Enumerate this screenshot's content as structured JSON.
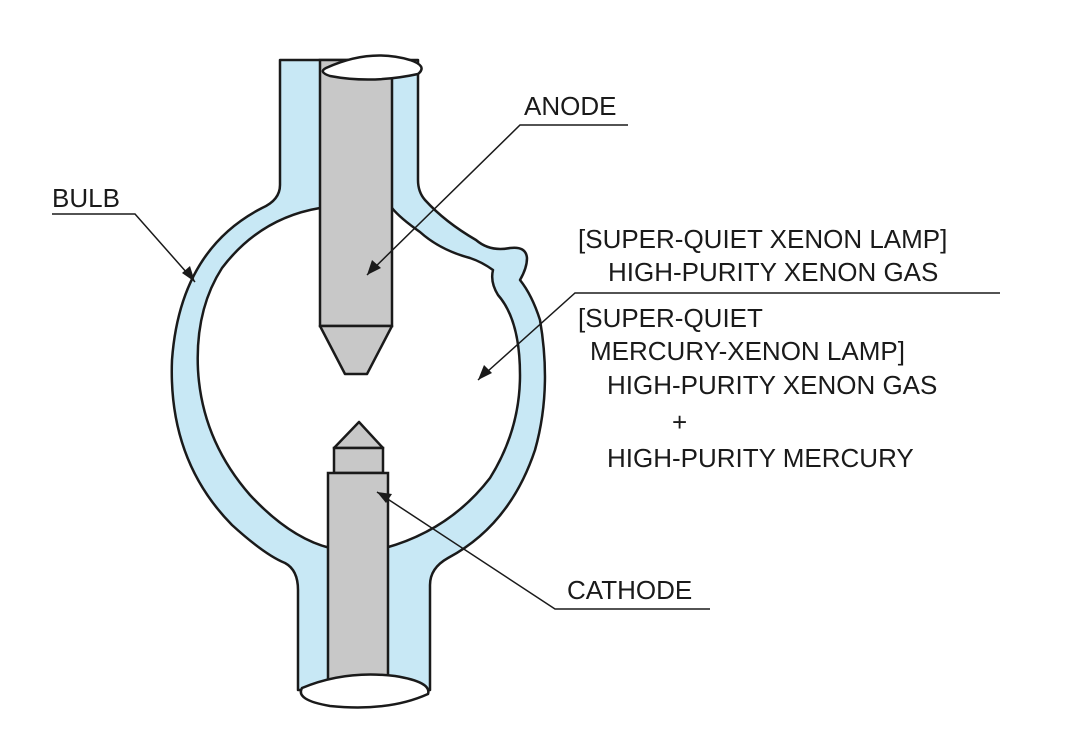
{
  "diagram": {
    "labels": {
      "anode": "ANODE",
      "bulb": "BULB",
      "cathode": "CATHODE"
    },
    "gas_note_xenon": {
      "line1": "[SUPER-QUIET XENON LAMP]",
      "line2": "HIGH-PURITY XENON GAS"
    },
    "gas_note_mercury_xenon": {
      "line1": "[SUPER-QUIET",
      "line2": "MERCURY-XENON LAMP]",
      "line3": "HIGH-PURITY XENON GAS",
      "line4": "+",
      "line5": "HIGH-PURITY MERCURY"
    },
    "colors": {
      "glass": "#c8e8f5",
      "electrode": "#c8c8c8",
      "outline": "#1a1a1a"
    }
  }
}
